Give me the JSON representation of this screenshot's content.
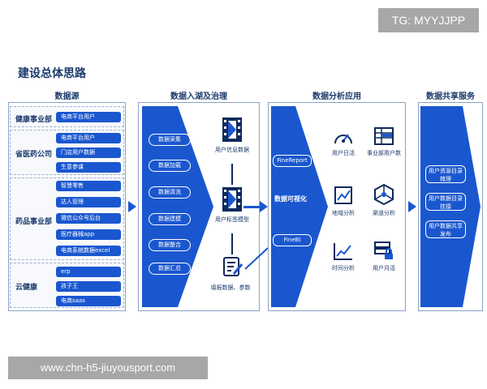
{
  "watermark": {
    "tg": "TG: MYYJJPP",
    "url": "www.chn-h5-jiuyousport.com"
  },
  "title": "建设总体思路",
  "columns": {
    "source": "数据源",
    "lake": "数据入湖及治理",
    "analysis": "数据分析应用",
    "share": "数据共享服务"
  },
  "sources": [
    {
      "label": "健康事业部",
      "items": [
        "电商平台用户"
      ]
    },
    {
      "label": "省医药公司",
      "items": [
        "电商平台用户",
        "门店用户数据",
        "生意参谋"
      ]
    },
    {
      "label": "药品事业部",
      "items": [
        "智慧零售",
        "达人管理",
        "微信公众号后台",
        "医疗器械app",
        "电商系统数据excel"
      ]
    },
    {
      "label": "云健康",
      "items": [
        "erp",
        "孩子王",
        "电商saas"
      ]
    }
  ],
  "lake_steps": [
    "数据采集",
    "数据加载",
    "数据清洗",
    "数据建模",
    "数据整合",
    "数据汇总"
  ],
  "lake_nodes": [
    "用户信息数据",
    "用户标签模型",
    "填报数据、参数"
  ],
  "analysis": {
    "tools": [
      "FineReport",
      "FineBI"
    ],
    "center": "数据可视化",
    "items": [
      "用户日活",
      "事业部用户数",
      "地域分析",
      "渠道分析",
      "时间分析",
      "用户月活"
    ]
  },
  "share_items": [
    "用户资源目录梳理",
    "用户数据目录挂接",
    "用户数据共享发布"
  ],
  "colors": {
    "primary": "#1a57cf",
    "text": "#1b3a6b"
  }
}
